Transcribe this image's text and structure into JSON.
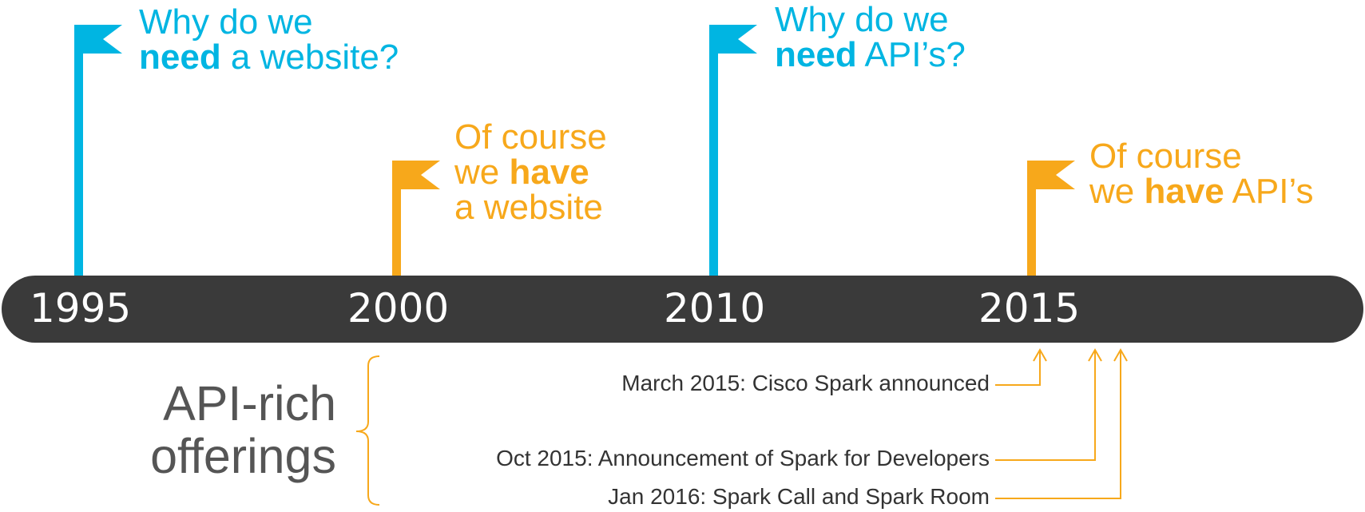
{
  "colors": {
    "blue": "#00b5e2",
    "orange": "#f7a81b",
    "timeline_bar": "#3a3a3a",
    "text_gray": "#555555"
  },
  "flags": [
    {
      "line1": "Why do we",
      "bold": "need",
      "rest": " a website?",
      "color": "blue"
    },
    {
      "line1": "Of course",
      "line2_pre": "we ",
      "bold": "have",
      "line3": "a website",
      "color": "orange"
    },
    {
      "line1": "Why do we",
      "bold": "need",
      "rest": " API’s?",
      "color": "blue"
    },
    {
      "line1": "Of course",
      "line2_pre": "we ",
      "bold": "have",
      "rest": " API’s",
      "color": "orange"
    }
  ],
  "years": [
    "1995",
    "2000",
    "2010",
    "2015"
  ],
  "offerings_label": {
    "line1": "API-rich",
    "line2": "offerings"
  },
  "milestones": [
    "March 2015: Cisco Spark announced",
    "Oct 2015: Announcement of Spark for Developers",
    "Jan 2016: Spark Call and Spark Room"
  ]
}
